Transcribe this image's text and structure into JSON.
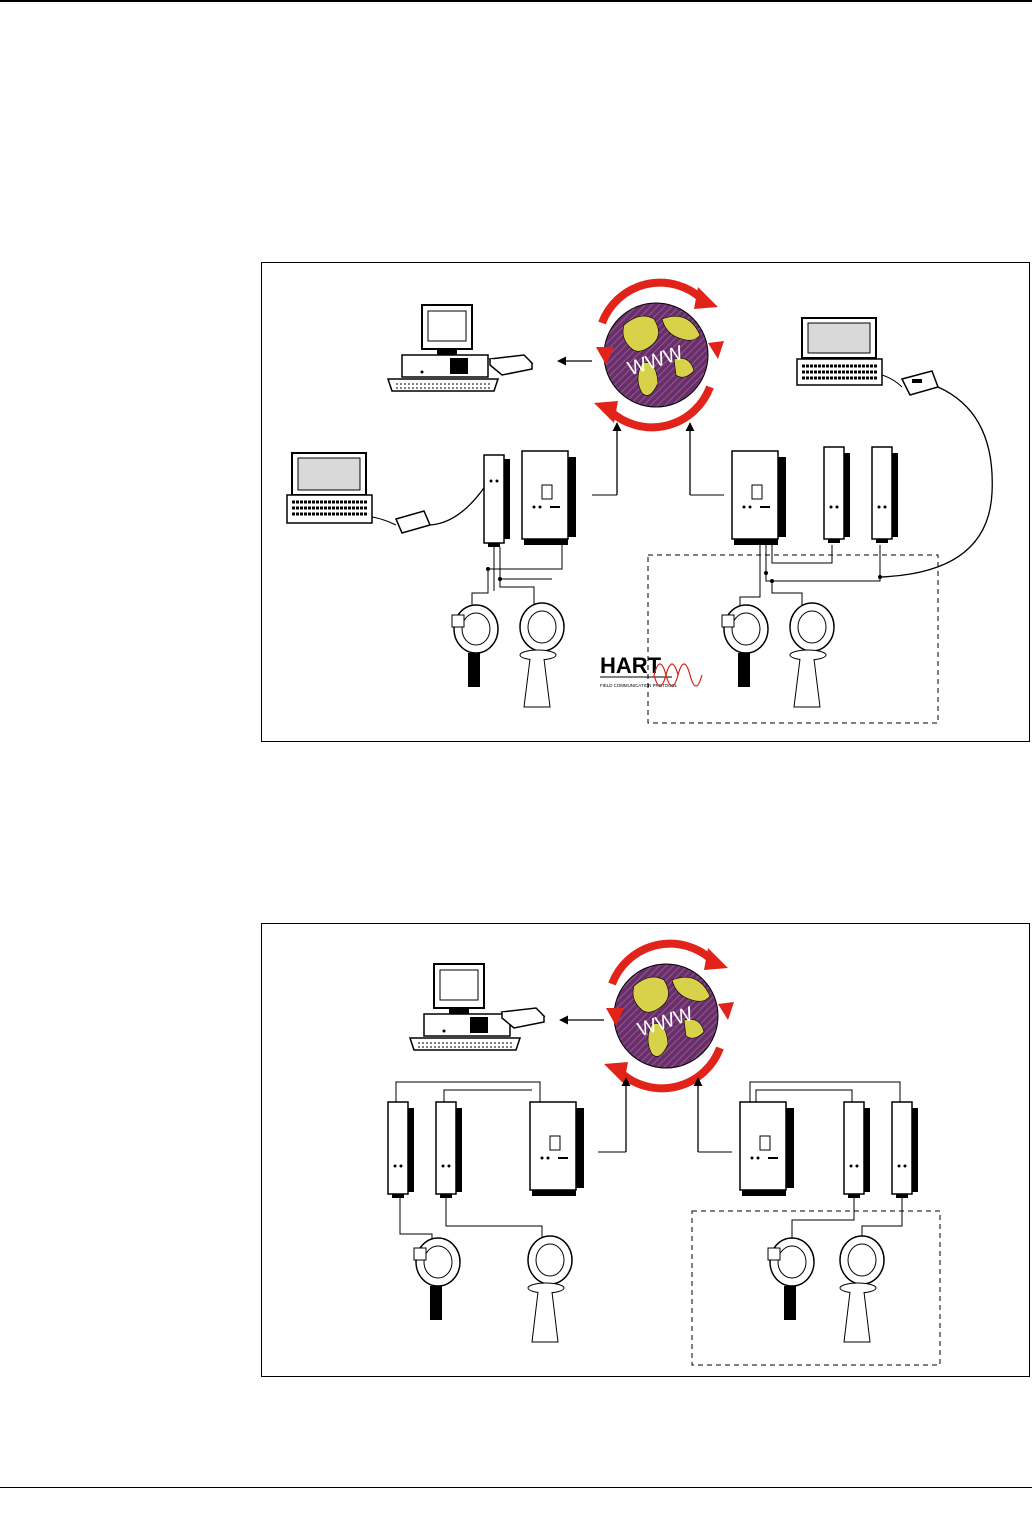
{
  "figures": [
    {
      "id": "figure-1",
      "globe_label": "WWW",
      "logo": {
        "title": "HART",
        "subtitle": "FIELD COMMUNICATION PROTOCOL"
      }
    },
    {
      "id": "figure-2",
      "globe_label": "WWW"
    }
  ],
  "colors": {
    "globe_ocean": "#6a2f6a",
    "globe_land": "#d8d24a",
    "arrow_ring": "#e2231a",
    "hart_logo_red": "#d0201a"
  }
}
